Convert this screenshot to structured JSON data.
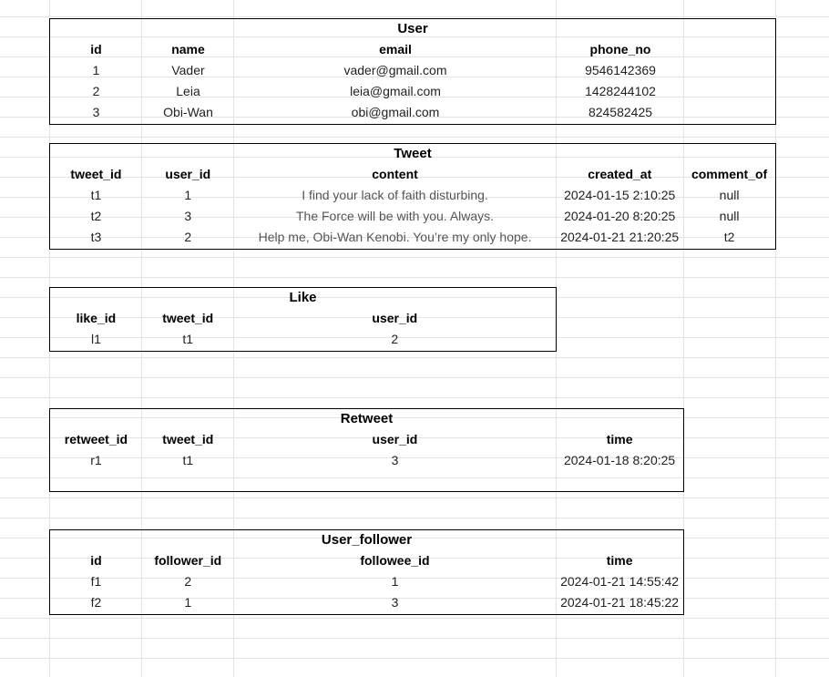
{
  "user": {
    "title": "User",
    "headers": [
      "id",
      "name",
      "email",
      "phone_no"
    ],
    "rows": [
      [
        "1",
        "Vader",
        "vader@gmail.com",
        "9546142369"
      ],
      [
        "2",
        "Leia",
        "leia@gmail.com",
        "1428244102"
      ],
      [
        "3",
        "Obi-Wan",
        "obi@gmail.com",
        "824582425"
      ]
    ]
  },
  "tweet": {
    "title": "Tweet",
    "headers": [
      "tweet_id",
      "user_id",
      "content",
      "created_at",
      "comment_of"
    ],
    "rows": [
      [
        "t1",
        "1",
        "I find your lack of faith disturbing.",
        "2024-01-15 2:10:25",
        "null"
      ],
      [
        "t2",
        "3",
        "The Force will be with you. Always.",
        "2024-01-20 8:20:25",
        "null"
      ],
      [
        "t3",
        "2",
        "Help me, Obi-Wan Kenobi. You’re my only hope.",
        "2024-01-21 21:20:25",
        "t2"
      ]
    ]
  },
  "like": {
    "title": "Like",
    "headers": [
      "like_id",
      "tweet_id",
      "user_id"
    ],
    "rows": [
      [
        "l1",
        "t1",
        "2"
      ]
    ]
  },
  "retweet": {
    "title": "Retweet",
    "headers": [
      "retweet_id",
      "tweet_id",
      "user_id",
      "time"
    ],
    "rows": [
      [
        "r1",
        "t1",
        "3",
        "2024-01-18 8:20:25"
      ]
    ]
  },
  "user_follower": {
    "title": "User_follower",
    "headers": [
      "id",
      "follower_id",
      "followee_id",
      "time"
    ],
    "rows": [
      [
        "f1",
        "2",
        "1",
        "2024-01-21 14:55:42"
      ],
      [
        "f2",
        "1",
        "3",
        "2024-01-21 18:45:22"
      ]
    ]
  }
}
